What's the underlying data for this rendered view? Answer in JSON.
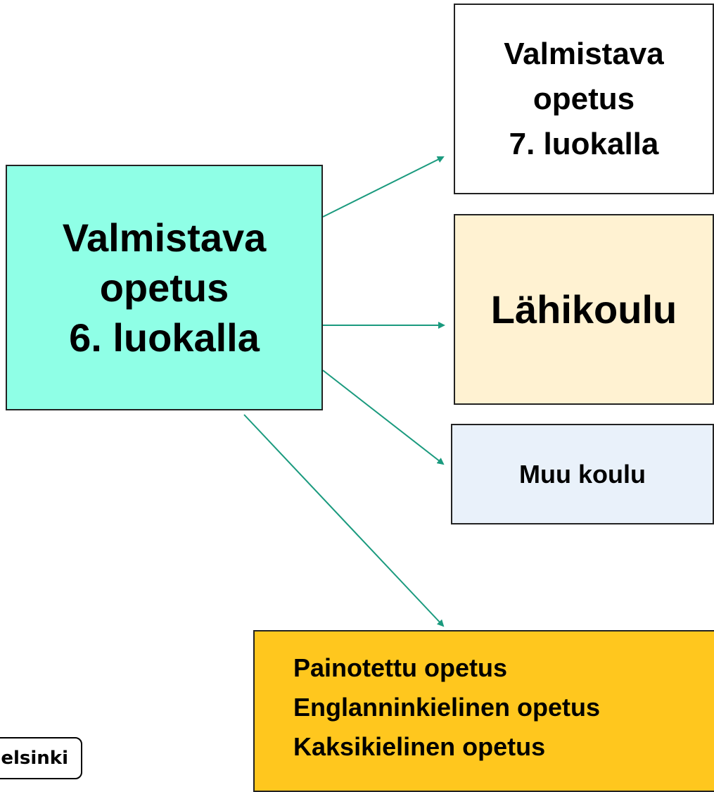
{
  "colors": {
    "source_fill": "#8fffe6",
    "seventh_fill": "#ffffff",
    "local_fill": "#fff2d2",
    "other_fill": "#e9f1fa",
    "special_fill": "#ffc71e",
    "arrow": "#1a9a7e"
  },
  "source": {
    "line1": "Valmistava",
    "line2": "opetus",
    "line3": "6. luokalla"
  },
  "targets": {
    "seventh": {
      "line1": "Valmistava",
      "line2": "opetus",
      "line3": "7. luokalla"
    },
    "local": {
      "label": "Lähikoulu"
    },
    "other": {
      "label": "Muu koulu"
    },
    "special": {
      "line1": "Painotettu opetus",
      "line2": "Englanninkielinen opetus",
      "line3": "Kaksikielinen opetus"
    }
  },
  "logo": {
    "text": "elsinki"
  }
}
